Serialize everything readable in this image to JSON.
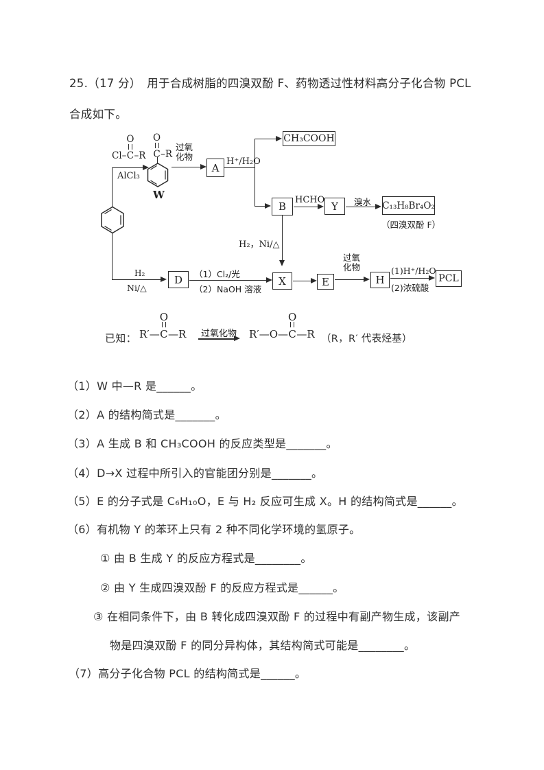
{
  "intro": {
    "line1": "25.（17 分）　用于合成树脂的四溴双酚 F、药物透过性材料高分子化合物 PCL",
    "line2": "合成如下。"
  },
  "diagram": {
    "acyl": {
      "o": "O",
      "left": "Cl–",
      "c": "C",
      "right": "–R",
      "catalyst": "AlCl₃"
    },
    "w": {
      "o": "O",
      "c": "C",
      "right": "–R",
      "name": "W"
    },
    "peroxide1": {
      "line1": "过氧",
      "line2": "化物"
    },
    "boxes": {
      "a": "A",
      "b": "B",
      "y": "Y",
      "f": "C₁₃H₈Br₄O₂",
      "acetic": "CH₃COOH",
      "d": "D",
      "x": "X",
      "e": "E",
      "h": "H",
      "pcl": "PCL"
    },
    "labels": {
      "hydrolysis": "H⁺/H₂O",
      "hcho": "HCHO",
      "bromine_water": "溴水",
      "f_caption": "（四溴双酚 F）",
      "h2_ni": "H₂，Ni/△",
      "h2": "H₂",
      "ni": "Ni/△",
      "cl2_light": "（1）Cl₂/光",
      "naoh": "（2）NaOH 溶液",
      "peroxide2": {
        "line1": "过氧",
        "line2": "化物"
      },
      "h_hydrolysis": "(1)H⁺/H₂O",
      "h2so4": "(2)浓硫酸"
    }
  },
  "known": {
    "label": "已知：",
    "reactant": {
      "left": "R′—",
      "o": "O",
      "c": "C",
      "right": "—R"
    },
    "arrow_label": "过氧化物",
    "product": {
      "left": "R′—O—",
      "o": "O",
      "c": "C",
      "right": "—R"
    },
    "note": "（R，R′ 代表烃基）"
  },
  "questions": {
    "q1": "（1）W 中—R 是______。",
    "q2": "（2）A 的结构简式是_______。",
    "q3": "（3）A 生成 B 和 CH₃COOH 的反应类型是_______。",
    "q4": "（4）D→X 过程中所引入的官能团分别是_______。",
    "q5": "（5）E 的分子式是 C₆H₁₀O，E 与 H₂ 反应可生成 X。H 的结构简式是______。",
    "q6": "（6）有机物 Y 的苯环上只有 2 种不同化学环境的氢原子。",
    "q6_1": "① 由 B 生成 Y 的反应方程式是________。",
    "q6_2": "② 由 Y 生成四溴双酚 F 的反应方程式是______。",
    "q6_3a": "③ 在相同条件下，由 B 转化成四溴双酚 F 的过程中有副产物生成，该副产",
    "q6_3b": "物是四溴双酚 F 的同分异构体，其结构简式可能是________。",
    "q7": "（7）高分子化合物 PCL 的结构简式是______。"
  }
}
